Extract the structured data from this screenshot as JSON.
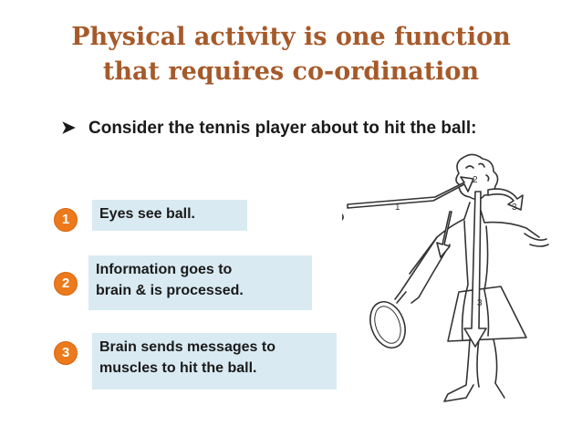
{
  "slide": {
    "title_line1": "Physical activity is one function",
    "title_line2": "that requires co-ordination",
    "bullet_text": "Consider the tennis player about to hit the ball:",
    "steps": [
      {
        "number": "1",
        "line1": "Eyes see ball.",
        "line2": ""
      },
      {
        "number": "2",
        "line1": "Information goes to",
        "line2": "brain & is processed."
      },
      {
        "number": "3",
        "line1": "Brain sends messages to",
        "line2": "muscles to hit the ball."
      }
    ],
    "figure_labels": [
      "1",
      "2",
      "3",
      "3"
    ],
    "colors": {
      "title": "#a65a2a",
      "badge": "#ec7a1c",
      "box": "#d9eaf2"
    }
  }
}
